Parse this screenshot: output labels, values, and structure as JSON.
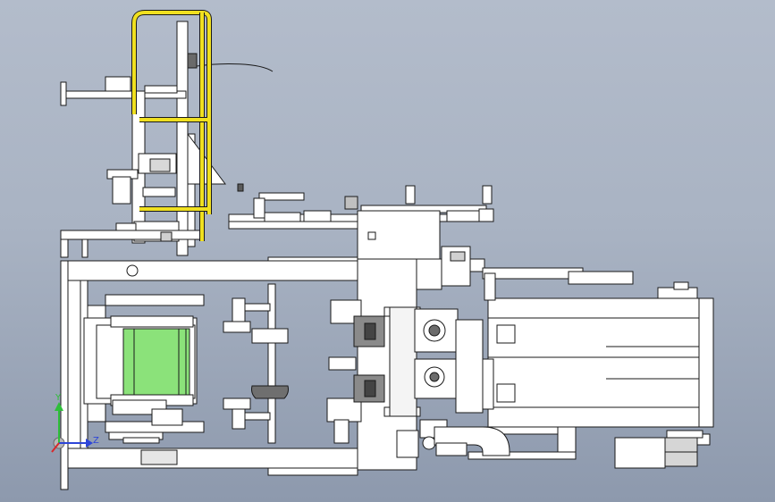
{
  "view": {
    "type": "cad-viewport",
    "background_top": "#b3bccb",
    "background_bottom": "#8d99ad"
  },
  "triad": {
    "y_label": "Y",
    "z_label": "Z",
    "y_color": "#2fbf3a",
    "z_color": "#2d45d8",
    "x_color": "#d8282a"
  },
  "colors": {
    "guard_rail": "#f0e020",
    "filler_tray": "#8be27a",
    "line": "#1a1a1a",
    "part_fill": "#ffffff",
    "shaded": "#7c7c7c"
  },
  "components": [
    "ladder-guard-rail",
    "upper-mast-frame",
    "main-base-frame",
    "filler-tray",
    "center-gearbox",
    "right-drive-housing",
    "elbow-pipe",
    "motor-block"
  ]
}
